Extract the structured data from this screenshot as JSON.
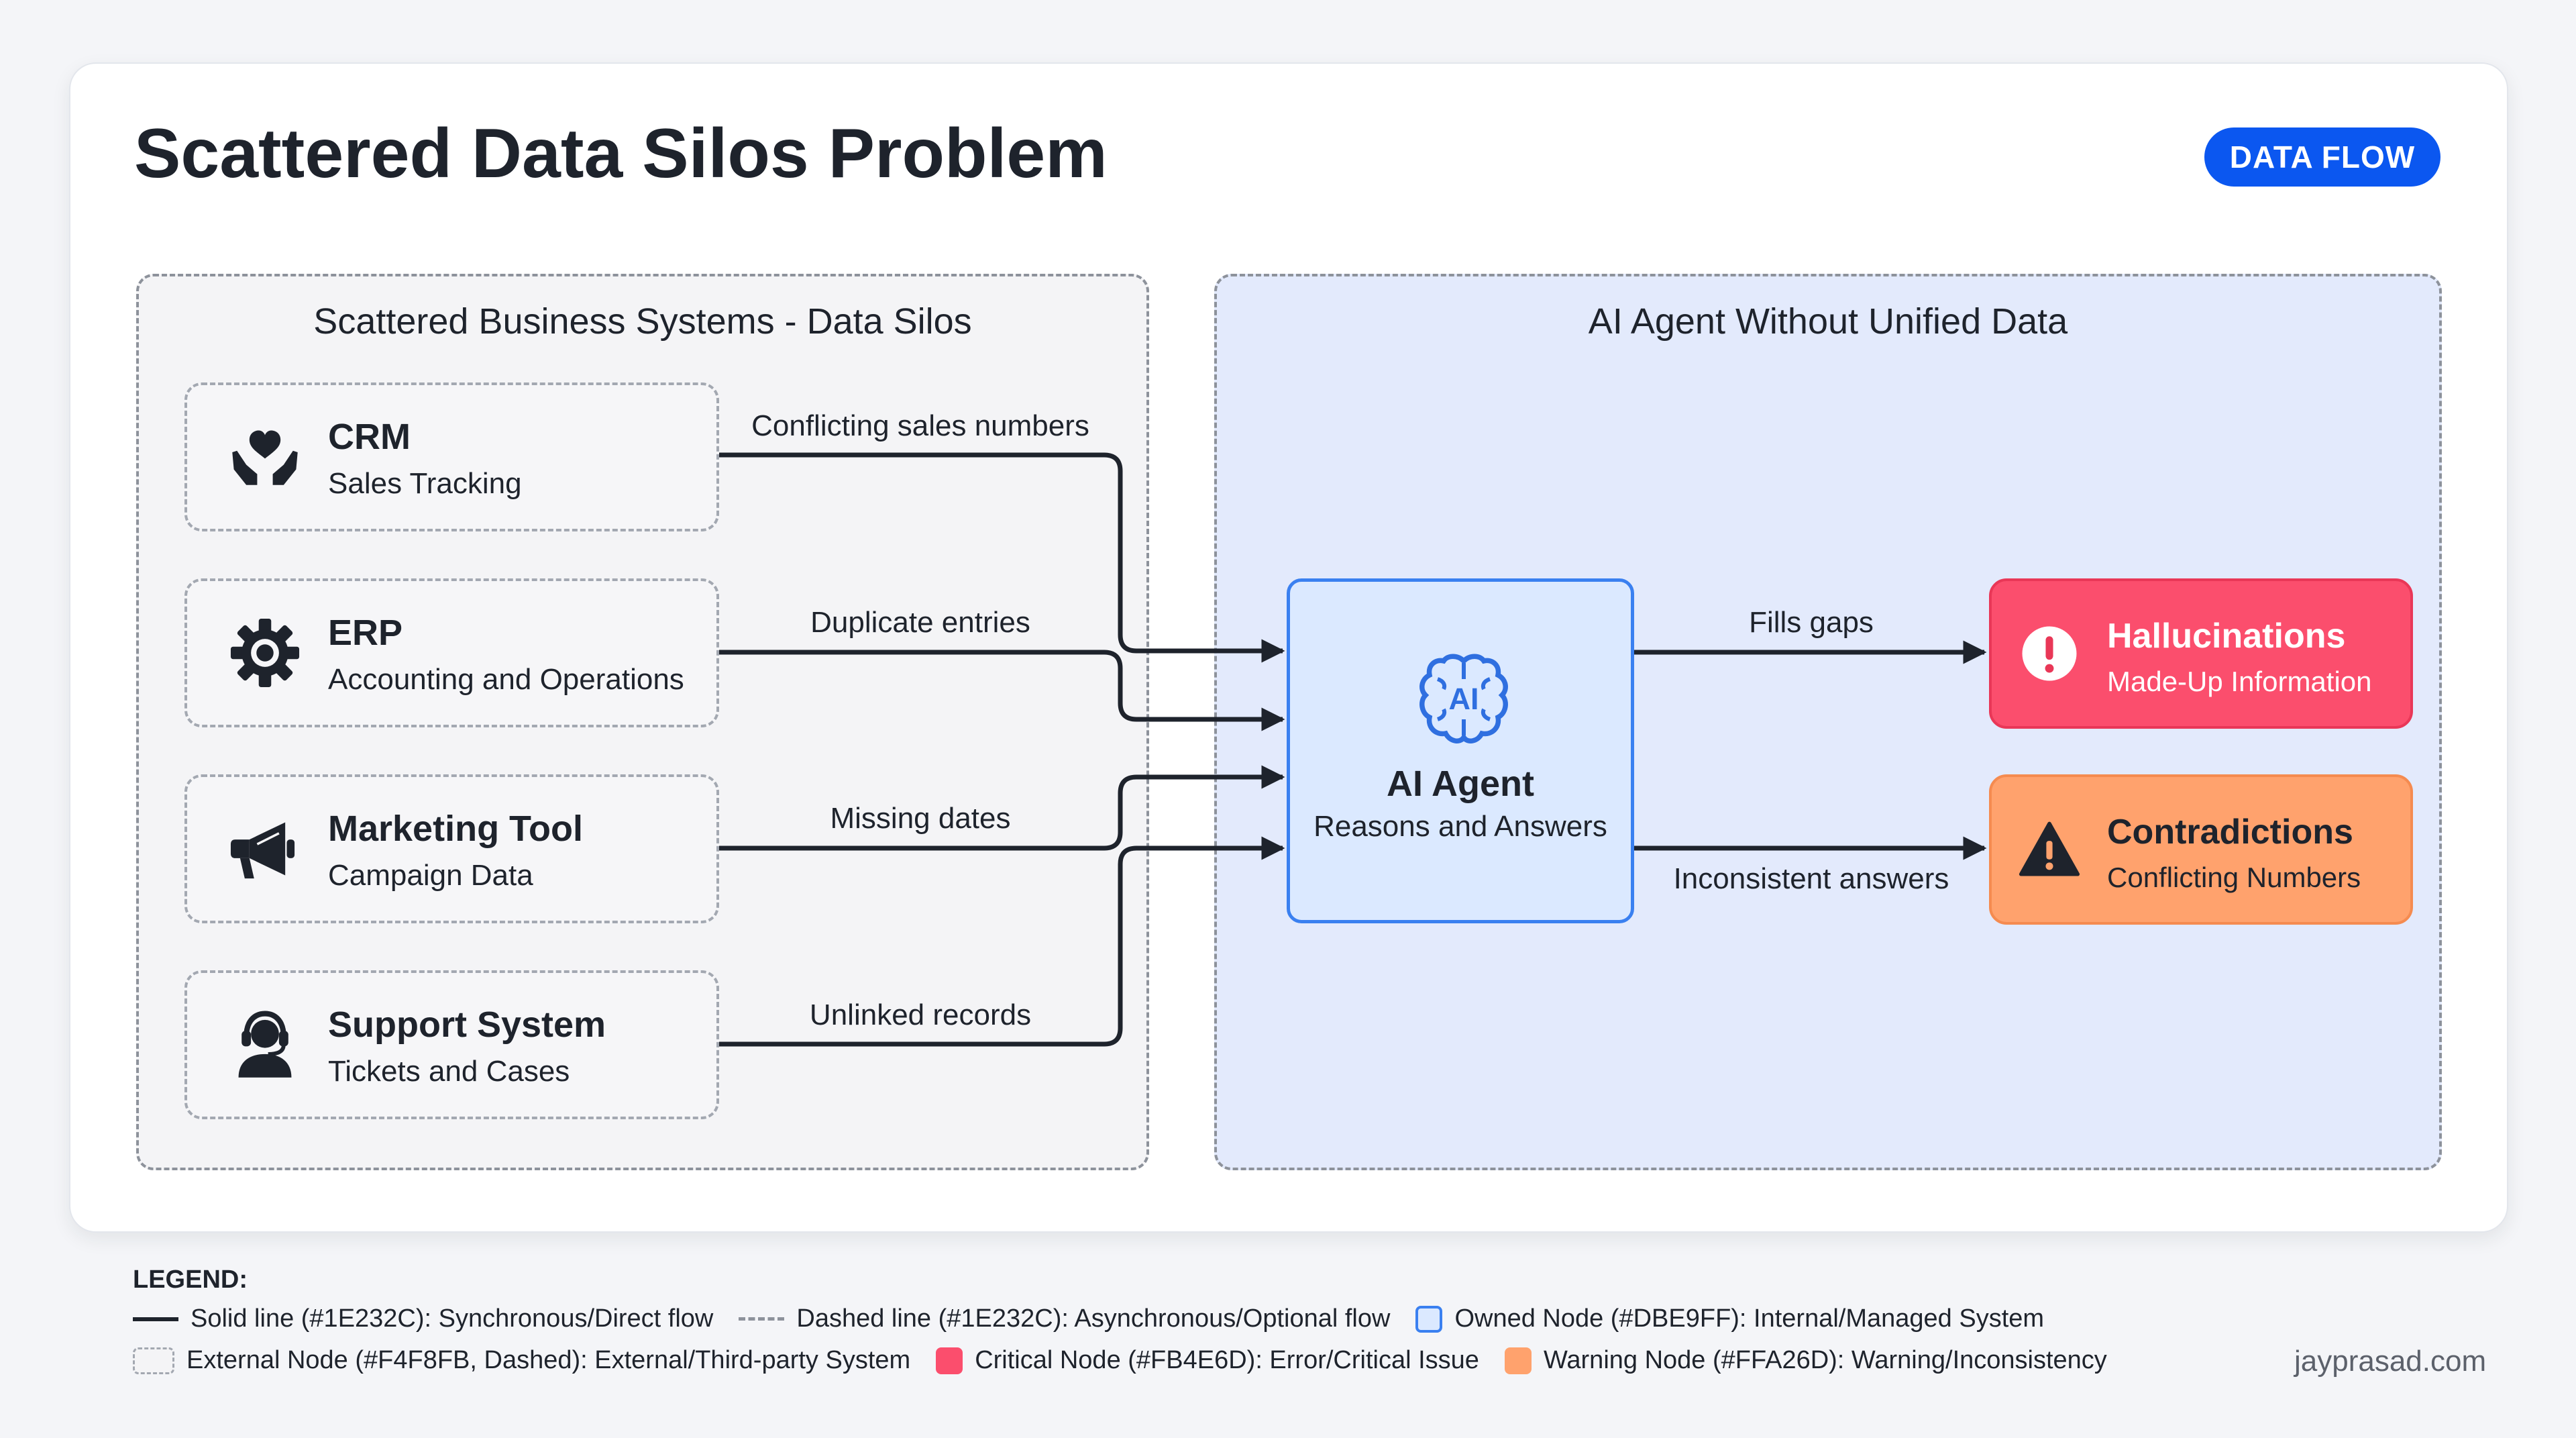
{
  "header": {
    "title": "Scattered Data Silos Problem",
    "badge": "DATA FLOW"
  },
  "groups": {
    "left_title": "Scattered Business Systems - Data Silos",
    "right_title": "AI Agent Without Unified Data"
  },
  "sources": [
    {
      "name": "CRM",
      "sub": "Sales Tracking",
      "icon": "heart-hands-icon"
    },
    {
      "name": "ERP",
      "sub": "Accounting and Operations",
      "icon": "gear-icon"
    },
    {
      "name": "Marketing Tool",
      "sub": "Campaign Data",
      "icon": "megaphone-icon"
    },
    {
      "name": "Support System",
      "sub": "Tickets and Cases",
      "icon": "headset-user-icon"
    }
  ],
  "agent": {
    "name": "AI Agent",
    "sub": "Reasons and Answers",
    "icon": "ai-brain-icon",
    "icon_text": "AI"
  },
  "outputs": [
    {
      "name": "Hallucinations",
      "sub": "Made-Up Information",
      "icon": "exclamation-circle-icon"
    },
    {
      "name": "Contradictions",
      "sub": "Conflicting Numbers",
      "icon": "warning-triangle-icon"
    }
  ],
  "edges": {
    "crm": "Conflicting sales numbers",
    "erp": "Duplicate entries",
    "marketing": "Missing dates",
    "support": "Unlinked records",
    "hallucinations": "Fills gaps",
    "contradictions": "Inconsistent answers"
  },
  "legend": {
    "title": "LEGEND:",
    "solid": "Solid line (#1E232C): Synchronous/Direct flow",
    "dashed": "Dashed line (#1E232C): Asynchronous/Optional flow",
    "owned": "Owned Node (#DBE9FF): Internal/Managed System",
    "external": "External Node (#F4F8FB, Dashed): External/Third-party System",
    "critical": "Critical Node (#FB4E6D): Error/Critical Issue",
    "warning": "Warning Node (#FFA26D): Warning/Inconsistency"
  },
  "footer": {
    "site": "jayprasad.com"
  },
  "colors": {
    "line": "#1E232C",
    "owned": "#DBE9FF",
    "external": "#F4F8FB",
    "critical": "#FB4E6D",
    "warning": "#FFA26D",
    "badge": "#0B57F0"
  }
}
